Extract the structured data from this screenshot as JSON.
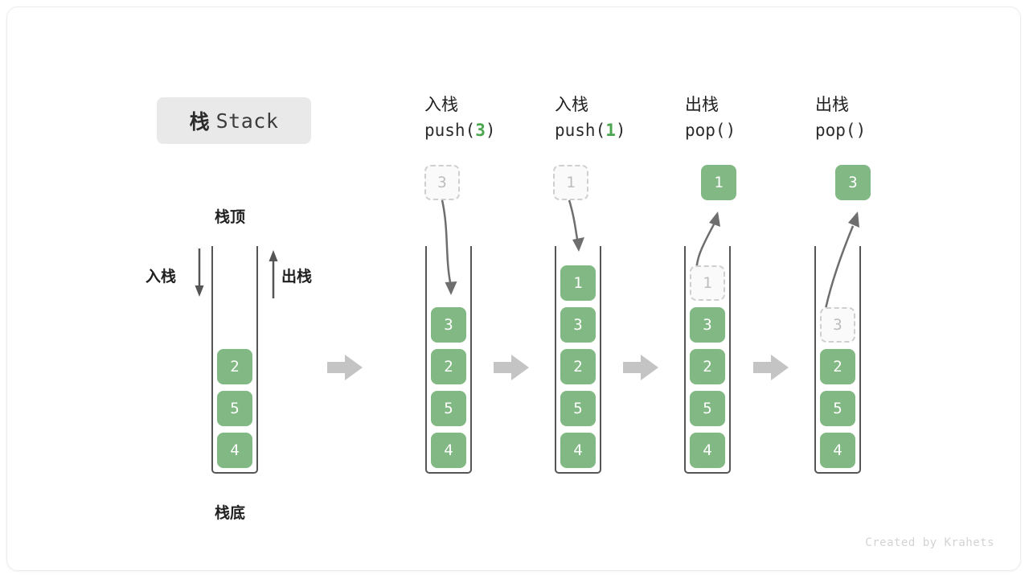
{
  "title": {
    "cn": "栈",
    "en": "Stack"
  },
  "labels": {
    "top": "栈顶",
    "bottom": "栈底",
    "push": "入栈",
    "pop": "出栈"
  },
  "colors": {
    "element_fill": "#81b883",
    "element_text": "#ffffff",
    "ghost_fill": "#fafafa",
    "ghost_border": "#cfcfcf",
    "ghost_text": "#bdbdbd",
    "container_border": "#555555",
    "arrow_gray": "#c4c4c4",
    "curve_arrow": "#6e6e6e",
    "badge_bg": "#e9e9e9",
    "accent_green": "#4ca54f",
    "footer_text": "#d3d3d3"
  },
  "columns": [
    {
      "id": "initial",
      "header_cn": "",
      "header_code": "",
      "floating": null,
      "items": [
        {
          "value": "2",
          "state": "solid"
        },
        {
          "value": "5",
          "state": "solid"
        },
        {
          "value": "4",
          "state": "solid"
        }
      ]
    },
    {
      "id": "push-3",
      "header_cn": "入栈",
      "header_code": "push(",
      "header_arg": "3",
      "header_code_end": ")",
      "floating": {
        "value": "3",
        "state": "ghost",
        "direction": "in"
      },
      "items": [
        {
          "value": "3",
          "state": "solid"
        },
        {
          "value": "2",
          "state": "solid"
        },
        {
          "value": "5",
          "state": "solid"
        },
        {
          "value": "4",
          "state": "solid"
        }
      ]
    },
    {
      "id": "push-1",
      "header_cn": "入栈",
      "header_code": "push(",
      "header_arg": "1",
      "header_code_end": ")",
      "floating": {
        "value": "1",
        "state": "ghost",
        "direction": "in"
      },
      "items": [
        {
          "value": "1",
          "state": "solid"
        },
        {
          "value": "3",
          "state": "solid"
        },
        {
          "value": "2",
          "state": "solid"
        },
        {
          "value": "5",
          "state": "solid"
        },
        {
          "value": "4",
          "state": "solid"
        }
      ]
    },
    {
      "id": "pop-1",
      "header_cn": "出栈",
      "header_code": "pop(",
      "header_arg": "",
      "header_code_end": ")",
      "floating": {
        "value": "1",
        "state": "solid",
        "direction": "out"
      },
      "items": [
        {
          "value": "1",
          "state": "ghost"
        },
        {
          "value": "3",
          "state": "solid"
        },
        {
          "value": "2",
          "state": "solid"
        },
        {
          "value": "5",
          "state": "solid"
        },
        {
          "value": "4",
          "state": "solid"
        }
      ]
    },
    {
      "id": "pop-2",
      "header_cn": "出栈",
      "header_code": "pop(",
      "header_arg": "",
      "header_code_end": ")",
      "floating": {
        "value": "3",
        "state": "solid",
        "direction": "out"
      },
      "items": [
        {
          "value": "3",
          "state": "ghost"
        },
        {
          "value": "2",
          "state": "solid"
        },
        {
          "value": "5",
          "state": "solid"
        },
        {
          "value": "4",
          "state": "solid"
        }
      ]
    }
  ],
  "footer": "Created by Krahets"
}
